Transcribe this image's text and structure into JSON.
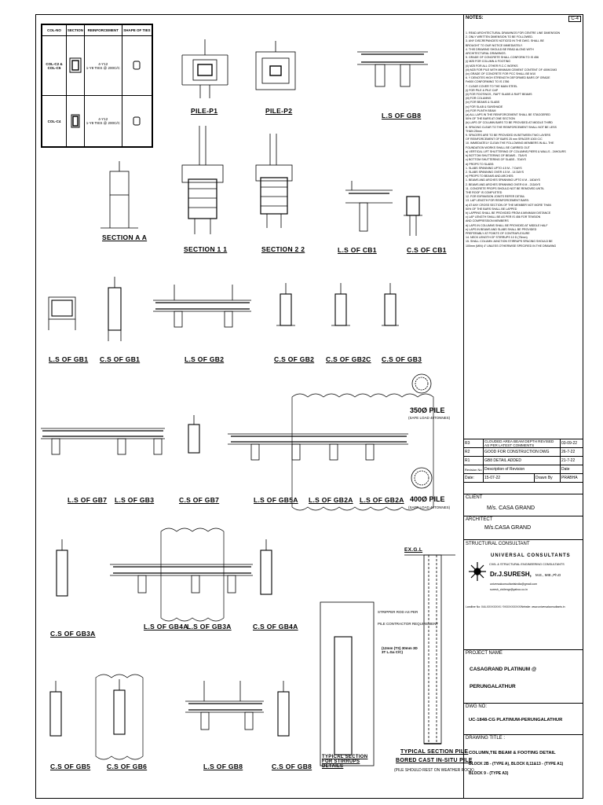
{
  "sheet_ref": "C-4",
  "schedule": {
    "headers": [
      "COL-NO",
      "SECTION",
      "REINFORCEMENT",
      "SHAPE OF TIES"
    ],
    "rows": [
      {
        "col_no": "COL-C2 & COL-C5",
        "reinforcement": "4-Y12\n1-Y8 TIES @ 200C/C"
      },
      {
        "col_no": "COL-C4",
        "reinforcement": "4-Y12\n1-Y8 TIES @ 200C/C"
      }
    ]
  },
  "labels": {
    "pile_p1": "PILE-P1",
    "pile_p2": "PILE-P2",
    "ls_gb8_top": "L.S OF GB8",
    "section_aa": "SECTION A A",
    "section_11": "SECTION 1 1",
    "section_22": "SECTION 2 2",
    "ls_cb1": "L.S OF CB1",
    "cs_cb1": "C.S OF CB1",
    "ls_gb1": "L.S OF GB1",
    "cs_gb1": "C.S OF GB1",
    "ls_gb2": "L.S OF GB2",
    "cs_gb2": "C.S OF GB2",
    "cs_gb2c": "C.S OF GB2C",
    "cs_gb3": "C.S OF GB3",
    "ls_gb7": "L.S OF GB7",
    "ls_gb3": "L.S OF GB3",
    "cs_gb7": "C.S OF GB7",
    "ls_gb5a": "L.S OF GB5A",
    "ls_gb2a": "L.S OF GB2A",
    "ls_gb2a_b": "L.S OF GB2A",
    "pile_350": "350Ø PILE",
    "pile_350_sub": "(SAFE LOAD 40TONNES)",
    "pile_400": "400Ø PILE",
    "pile_400_sub": "(SAFE LOAD 40TONNES)",
    "cs_gb3a": "C.S OF GB3A",
    "ls_gb4a": "L.S OF GB4A",
    "ls_gb3a": "L.S OF GB3A",
    "cs_gb4a": "C.S OF GB4A",
    "cs_gb5": "C.S OF GB5",
    "cs_gb6": "C.S OF GB6",
    "ls_gb8": "L.S OF GB8",
    "cs_gb8": "C.S OF GB8",
    "typical_stirrup": "TYPICAL SECTION FOR STIRRUPS DETAILS",
    "typical_pile": "TYPICAL SECTION PILE",
    "bored_cast": "BORED CAST IN-SITU PILE",
    "pile_note": "(PILE SHOULD REST ON WEATHER ROCK)",
    "egl": "EX.G.L",
    "stripper": "STRIPPER ROD AS PER",
    "pile_contractor": "PILE CONTRACTOR REQUIREMENT",
    "min_depth": "(12mm (TS) 30mm 3D\n3T L.Ga C/C)"
  },
  "notes": {
    "heading": "NOTES:",
    "lines": [
      "1. READ ARCHITECTURAL DRAWINGS FOR CENTRE LINE DIMENSION",
      "2. ONLY WRITTEN DIMENSION TO BE FOLLOWED.",
      "3. ANY DISCREPANCIES NOTICED IN THE DWG. SHALL BE",
      "   BROUGHT TO OUR NOTICE IMMEDIATELY.",
      "4. THIS DRAWING SHOULD BE READ ALONG WITH",
      "   ARCHITECTURAL DRAWINGS.",
      "5. GRADE OF CONCRETE SHALL CONFORM TO IS 456",
      "   (i) M25 FOR COLUMN & FOOTING",
      "   (ii) M25 FOR ALL OTHER R.C.C WORKS",
      "   (iii) M25 FOR PILE WITH MINIMUM CEMENT CONTENT OF 400KG/M3",
      "   (iv) GRADE OF CONCRETE FOR PCC SHALL BE M10",
      "6. Y DENOTES HIGH STRENGTH DEFORMED BARS OF GRADE",
      "   Fe500 CONFORMING TO IS 1786",
      "7. CLEAR COVER TO THE MAIN STEEL",
      "   (i)   FOR PILE & PILE CAP",
      "   (ii)  FOR FOOTINGS , RAFT SLABS & RAFT BEAMS",
      "   (iii) FOR COLUMNS",
      "   (iv)  FOR BEAMS & SLABS",
      "   (v)   FOR SLAB & SUNSHADE",
      "   (vi)  FOR PLINTH BEAM",
      "(a) ALL LAPS IN THE REINFORCEMENT SHALL BE STAGGERED",
      "    50% OF THE BARS AT ONE SECTION",
      "(b) LAPS OF COLUMN BARS TO BE PROVIDED AT MIDDLE THIRD",
      "8. SPACING CLEAR TO THE REINFORCEMENT SHALL NOT BE LESS",
      "   THAN 25mm",
      "9. SPACERS ARE TO BE PROVIDED IN BETWEEN TWO LAYERS",
      "   OF REINFORCEMENT OF BARS 25 mm SPACER  1000 C/C",
      "10. IMMEDIATELY CLEAN THE FOLLOWING MEMBERS IN ALL THE",
      "    FOUNDATION WORKS SHALL BE CARRIED OUT",
      "   a) VERTICAL LIFT SHUTTERING OF COLUMNS,PIERS & WALLS - 24HOURS",
      "   b) BOTTOM SHUTTERING OF BEAMS - 7DAYS",
      "   c) BOTTOM SHUTTERING OF SLABS - 7DAYS",
      "   d) PROPS TO SLABS:",
      "      1. SLABS SPANNING UPTO 4.5 M - 7 DAYS",
      "      2. SLABS SPANNING OVER 4.5 M - 14 DAYS",
      "   e) PROPS TO BEAMS AND ARCHES:",
      "      1. BEAMS AND ARCHES SPANNING UPTO 6 M - 14DAYS",
      "      2. BEAMS AND ARCHES SPANNING OVER 6 M - 21DAYS",
      "11. CONCRETE PROPS SHOULD NOT BE REMOVED UNTIL",
      "    THE ROOF IS COMPLETED",
      "12. FOR EXPANSION JOINTS REFER DETAIL",
      "13. LAP LENGTH FOR REINFORCEMENT BARS:",
      "    a) AT ANY CROSS SECTION OF THE MEMBER NOT MORE THAN",
      "       50% OF THE BARS SHALL BE LAPPED",
      "    b) LAPPING SHALL BE PROVIDED FROM A MINIMUM DISTANCE",
      "    c) LAP LENGTH SHALL BE AS PER IS 456 FOR TENSION",
      "       AND COMPRESSION MEMBERS",
      "    d) LAPS IN COLUMNS SHALL BE PROVIDED AT MIDDLE HALF",
      "    e) LAPS IN BEAMS AND SLABS SHALL BE PROVIDED",
      "       PREFERABLY AT POINTS OF CONTRAFLEXURE",
      "14. NECK LENGTH OF STIRRUPS 10 D (75mm)",
      "15. SHALL COLUMN JUNCTION STIRRUPS SPACING SHOULD BE",
      "    100mm (MIN) 4\" UNLESS OTHERWISE SPECIFIED IN THE DRAWING"
    ]
  },
  "revisions": [
    {
      "rev": "R3",
      "desc": "CLOUDED AREA BEAM DEPTH REVISED AS PER LATEST COMMENTS",
      "date": "03-09-22"
    },
    {
      "rev": "R2",
      "desc": "GOOD FOR CONSTRUCTION DWG",
      "date": "26-7-22"
    },
    {
      "rev": "R1",
      "desc": "GB8 DETAIL ADDED",
      "date": "21-7-22"
    },
    {
      "rev": "Revision No",
      "desc": "Description of Revision",
      "date": "Date"
    }
  ],
  "date_row": {
    "date_label": "Date:",
    "date_value": "15-07-22",
    "drawn_label": "Drawn By",
    "drawn_value": "PRABHA"
  },
  "client": {
    "label": "CLIENT",
    "value": "M/s. CASA GRAND"
  },
  "architect": {
    "label": "ARCHITECT",
    "value": "M/s.CASA GRAND"
  },
  "consultant": {
    "label": "STRUCTURAL CONSULTANT",
    "firm": "UNIVERSAL CONSULTANTS",
    "firm_sub": "CIVIL & STRUCTURAL ENGINEERING CONSULTANTS",
    "engineer": "Dr.J.SURESH,",
    "engineer_deg": "M.E., MIE.,Ph.D",
    "email1": "universalconsultantsindia@gmail.com",
    "email2": "suresh_civilengr@yahoo.co.in",
    "landline": "Landline No: 044-XXXXXXXX / 9XXXXXXXXX",
    "website": "Website: www.universalconsultants.in"
  },
  "project": {
    "label": "PROJECT NAME",
    "line1": "CASAGRAND PLATINUM @",
    "line2": "PERUNGALATHUR"
  },
  "dwg": {
    "label": "DWG NO:",
    "value": "UC-1848-CG PLATINUM-PERUNGALATHUR"
  },
  "drawing_title": {
    "label": "DRAWING TITLE :",
    "line1": "COLUMN,TIE BEAM & FOOTING DETAIL",
    "line2": "BLOCK 2B - (TYPE A), BLOCK 8,11&13 - (TYPE A1)",
    "line3": "BLOCK 9 - (TYPE A3)"
  }
}
